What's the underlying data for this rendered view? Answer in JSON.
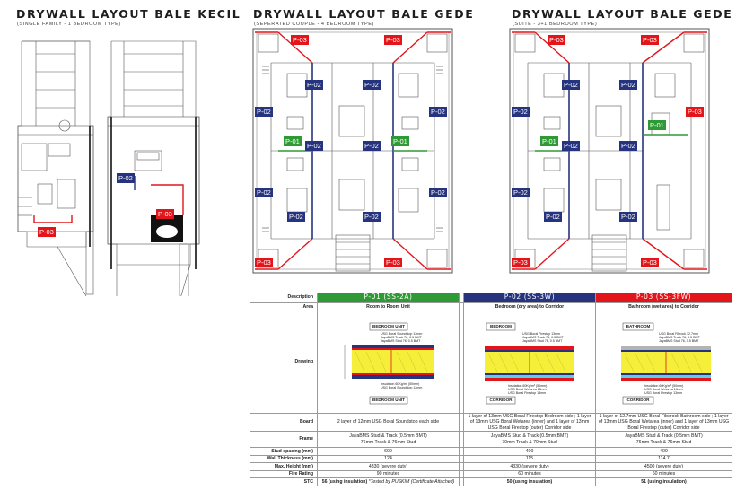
{
  "titles": {
    "kecil": {
      "title": "DRYWALL LAYOUT BALE KECIL",
      "subtitle": "(SINGLE FAMILY - 1 BEDROOM TYPE)"
    },
    "gede1": {
      "title": "DRYWALL LAYOUT BALE GEDE",
      "subtitle": "(SEPERATED COUPLE - 4 BEDROOM TYPE)"
    },
    "gede2": {
      "title": "DRYWALL LAYOUT BALE GEDE",
      "subtitle": "(SUITE - 3+1 BEDROOM TYPE)"
    }
  },
  "tags": {
    "p01": "P-01",
    "p02": "P-02",
    "p03": "P-03"
  },
  "colors": {
    "p01": "#2f9a35",
    "p02": "#26337f",
    "p03": "#e3151a"
  },
  "table": {
    "labels": {
      "description": "Description",
      "area": "Area",
      "drawing": "Drawing",
      "board": "Board",
      "frame": "Frame",
      "stud_spacing": "Stud spacing (mm)",
      "wall_thickness": "Wall Thickness (mm)",
      "max_height": "Max. Height (mm)",
      "fire_rating": "Fire Rating",
      "stc": "STC"
    },
    "p01": {
      "header": "P-01 (SS-2A)",
      "area": "Room to Room Unit",
      "unit_top": "BEDROOM UNIT",
      "unit_bottom": "BEDROOM UNIT",
      "note1": "USG Boral Soundstop 12mm",
      "note2": "JayaBMS Track 76, 0.5 BMT",
      "note3": "JayaBMS Stud 76, 0.5 BMT",
      "note4": "Insulation 60Kg/m³ (50mm)",
      "note5": "USG Boral Soundstop 12mm",
      "board": "2 layer of 12mm USG Boral Soundstop each side",
      "frame1": "JayaBMS Stud & Track (0.5mm BMT)",
      "frame2": "76mm Track & 76mm Stud",
      "stud_spacing": "600",
      "wall_thickness": "124",
      "max_height": "4330 (severe duty)",
      "fire_rating": "90 minutes",
      "stc_value": "56 (using insulation)",
      "stc_note": "*Tested by PUSKIM (Certificate Attached)"
    },
    "p02": {
      "header": "P-02 (SS-3W)",
      "area": "Bedroom (dry area) to Corridor",
      "unit_top": "BEDROOM",
      "unit_bottom": "CORRIDOR",
      "note1": "USG Boral Firestop 13mm",
      "note2": "JayaBMS Track 76, 0.5 BMT",
      "note3": "JayaBMS Stud 76, 0.5 BMT",
      "note4": "Insulation 60Kg/m³ (50mm)",
      "note5": "USG Boral Wetarea 13mm",
      "note6": "USG Boral Firestop 13mm",
      "board": "1 layer of 13mm USG Boral Firestop Bedroom side ; 1 layer of 13mm USG Boral Wetarea (inner) and 1 layer of 13mm USG Boral Firestop (outer) Corridor side",
      "frame1": "JayaBMS Stud & Track (0.5mm BMT)",
      "frame2": "70mm Track & 70mm Stud",
      "stud_spacing": "400",
      "wall_thickness": "115",
      "max_height": "4330 (severe duty)",
      "fire_rating": "60 minutes",
      "stc": "50 (using insulation)"
    },
    "p03": {
      "header": "P-03 (SS-3FW)",
      "area": "Bathroom (wet area) to Corridor",
      "unit_top": "BATHROOM",
      "unit_bottom": "CORRIDOR",
      "note1": "USG Boral Fibrock 12.7mm",
      "note2": "JayaBMS Track 76, 0.5 BMT",
      "note3": "JayaBMS Stud 76, 0.5 BMT",
      "note4": "Insulation 60Kg/m³ (50mm)",
      "note5": "USG Boral Wetarea 13mm",
      "note6": "USG Boral Firestop 13mm",
      "board": "1 layer of 12.7mm USG Boral Fiberock Bathroom side ; 1 layer of 13mm USG Boral Wetarea (inner) and 1 layer of 13mm USG Boral Firestop (outer) Corridor side",
      "frame1": "JayaBMS Stud & Track (0.5mm BMT)",
      "frame2": "76mm Track & 76mm Stud",
      "stud_spacing": "400",
      "wall_thickness": "114.7",
      "max_height": "4500 (severe duty)",
      "fire_rating": "60 minutes",
      "stc": "51 (using insulation)"
    }
  }
}
